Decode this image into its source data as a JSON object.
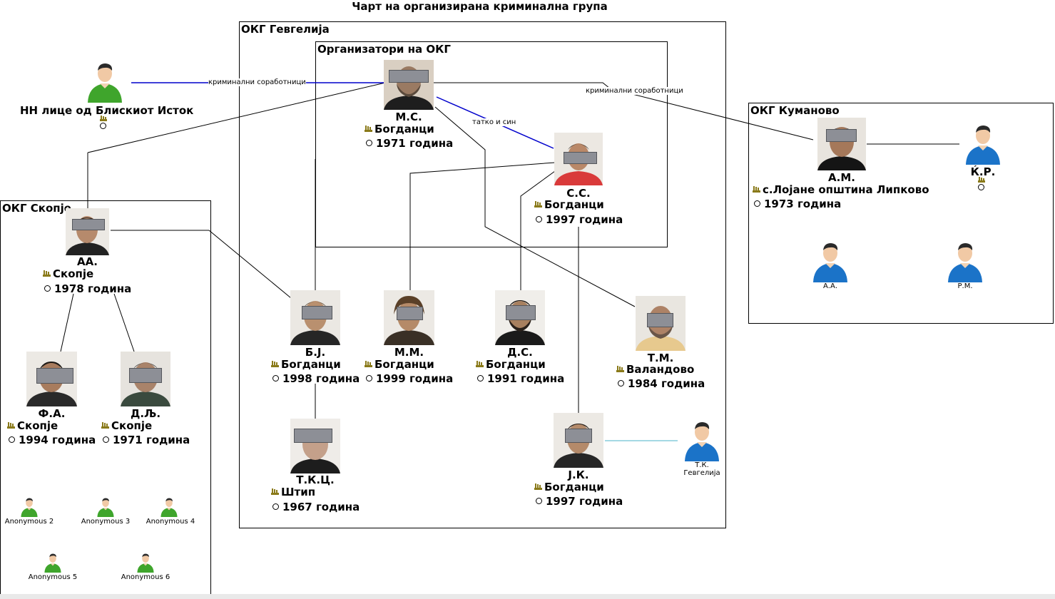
{
  "title": "Чарт на организирана криминална група",
  "groups": {
    "gevgelija": "ОКГ Гевгелија",
    "organizers": "Организатори на ОКГ",
    "kumanovo": "ОКГ Куманово",
    "skopje": "ОКГ Скопје"
  },
  "links": {
    "collab1": "криминални соработници",
    "collab2": "криминални соработници",
    "father_son": "татко и син"
  },
  "people": {
    "nn": {
      "name": "НН лице од Блискиот Исток"
    },
    "ms": {
      "name": "М.С.",
      "place": "Богданци",
      "year": "1971 година"
    },
    "ss": {
      "name": "С.С.",
      "place": "Богданци",
      "year": "1997 година"
    },
    "am": {
      "name": "А.М.",
      "place": "с.Лојане општина Липково",
      "year": "1973 година"
    },
    "kr": {
      "name": "Ќ.Р."
    },
    "aa_k": {
      "name": "А.А."
    },
    "rm": {
      "name": "Р.М."
    },
    "aa": {
      "name": "АА.",
      "place": "Скопје",
      "year": "1978 година"
    },
    "fa": {
      "name": "Ф.А.",
      "place": "Скопје",
      "year": "1994 година"
    },
    "dl": {
      "name": "Д.Љ.",
      "place": "Скопје",
      "year": "1971 година"
    },
    "bj": {
      "name": "Б.Ј.",
      "place": "Богданци",
      "year": "1998 година"
    },
    "mm": {
      "name": "М.М.",
      "place": "Богданци",
      "year": "1999 година"
    },
    "ds": {
      "name": "Д.С.",
      "place": "Богданци",
      "year": "1991 година"
    },
    "tm": {
      "name": "Т.М.",
      "place": "Валандово",
      "year": "1984 година"
    },
    "tkc": {
      "name": "Т.К.Ц.",
      "place": "Штип",
      "year": "1967 година"
    },
    "jk": {
      "name": "Ј.К.",
      "place": "Богданци",
      "year": "1997 година"
    },
    "tk": {
      "name": "Т.К.",
      "sub": "Гевгелија"
    },
    "an2": {
      "name": "Anonymous 2"
    },
    "an3": {
      "name": "Anonymous 3"
    },
    "an4": {
      "name": "Anonymous 4"
    },
    "an5": {
      "name": "Anonymous 5"
    },
    "an6": {
      "name": "Anonymous 6"
    }
  },
  "colors": {
    "green_figure": "#3fa52c",
    "blue_figure": "#1b73c8",
    "blue_link": "#0000cc",
    "cyan_link": "#4ab3c9",
    "redaction": "#8d8f96"
  }
}
